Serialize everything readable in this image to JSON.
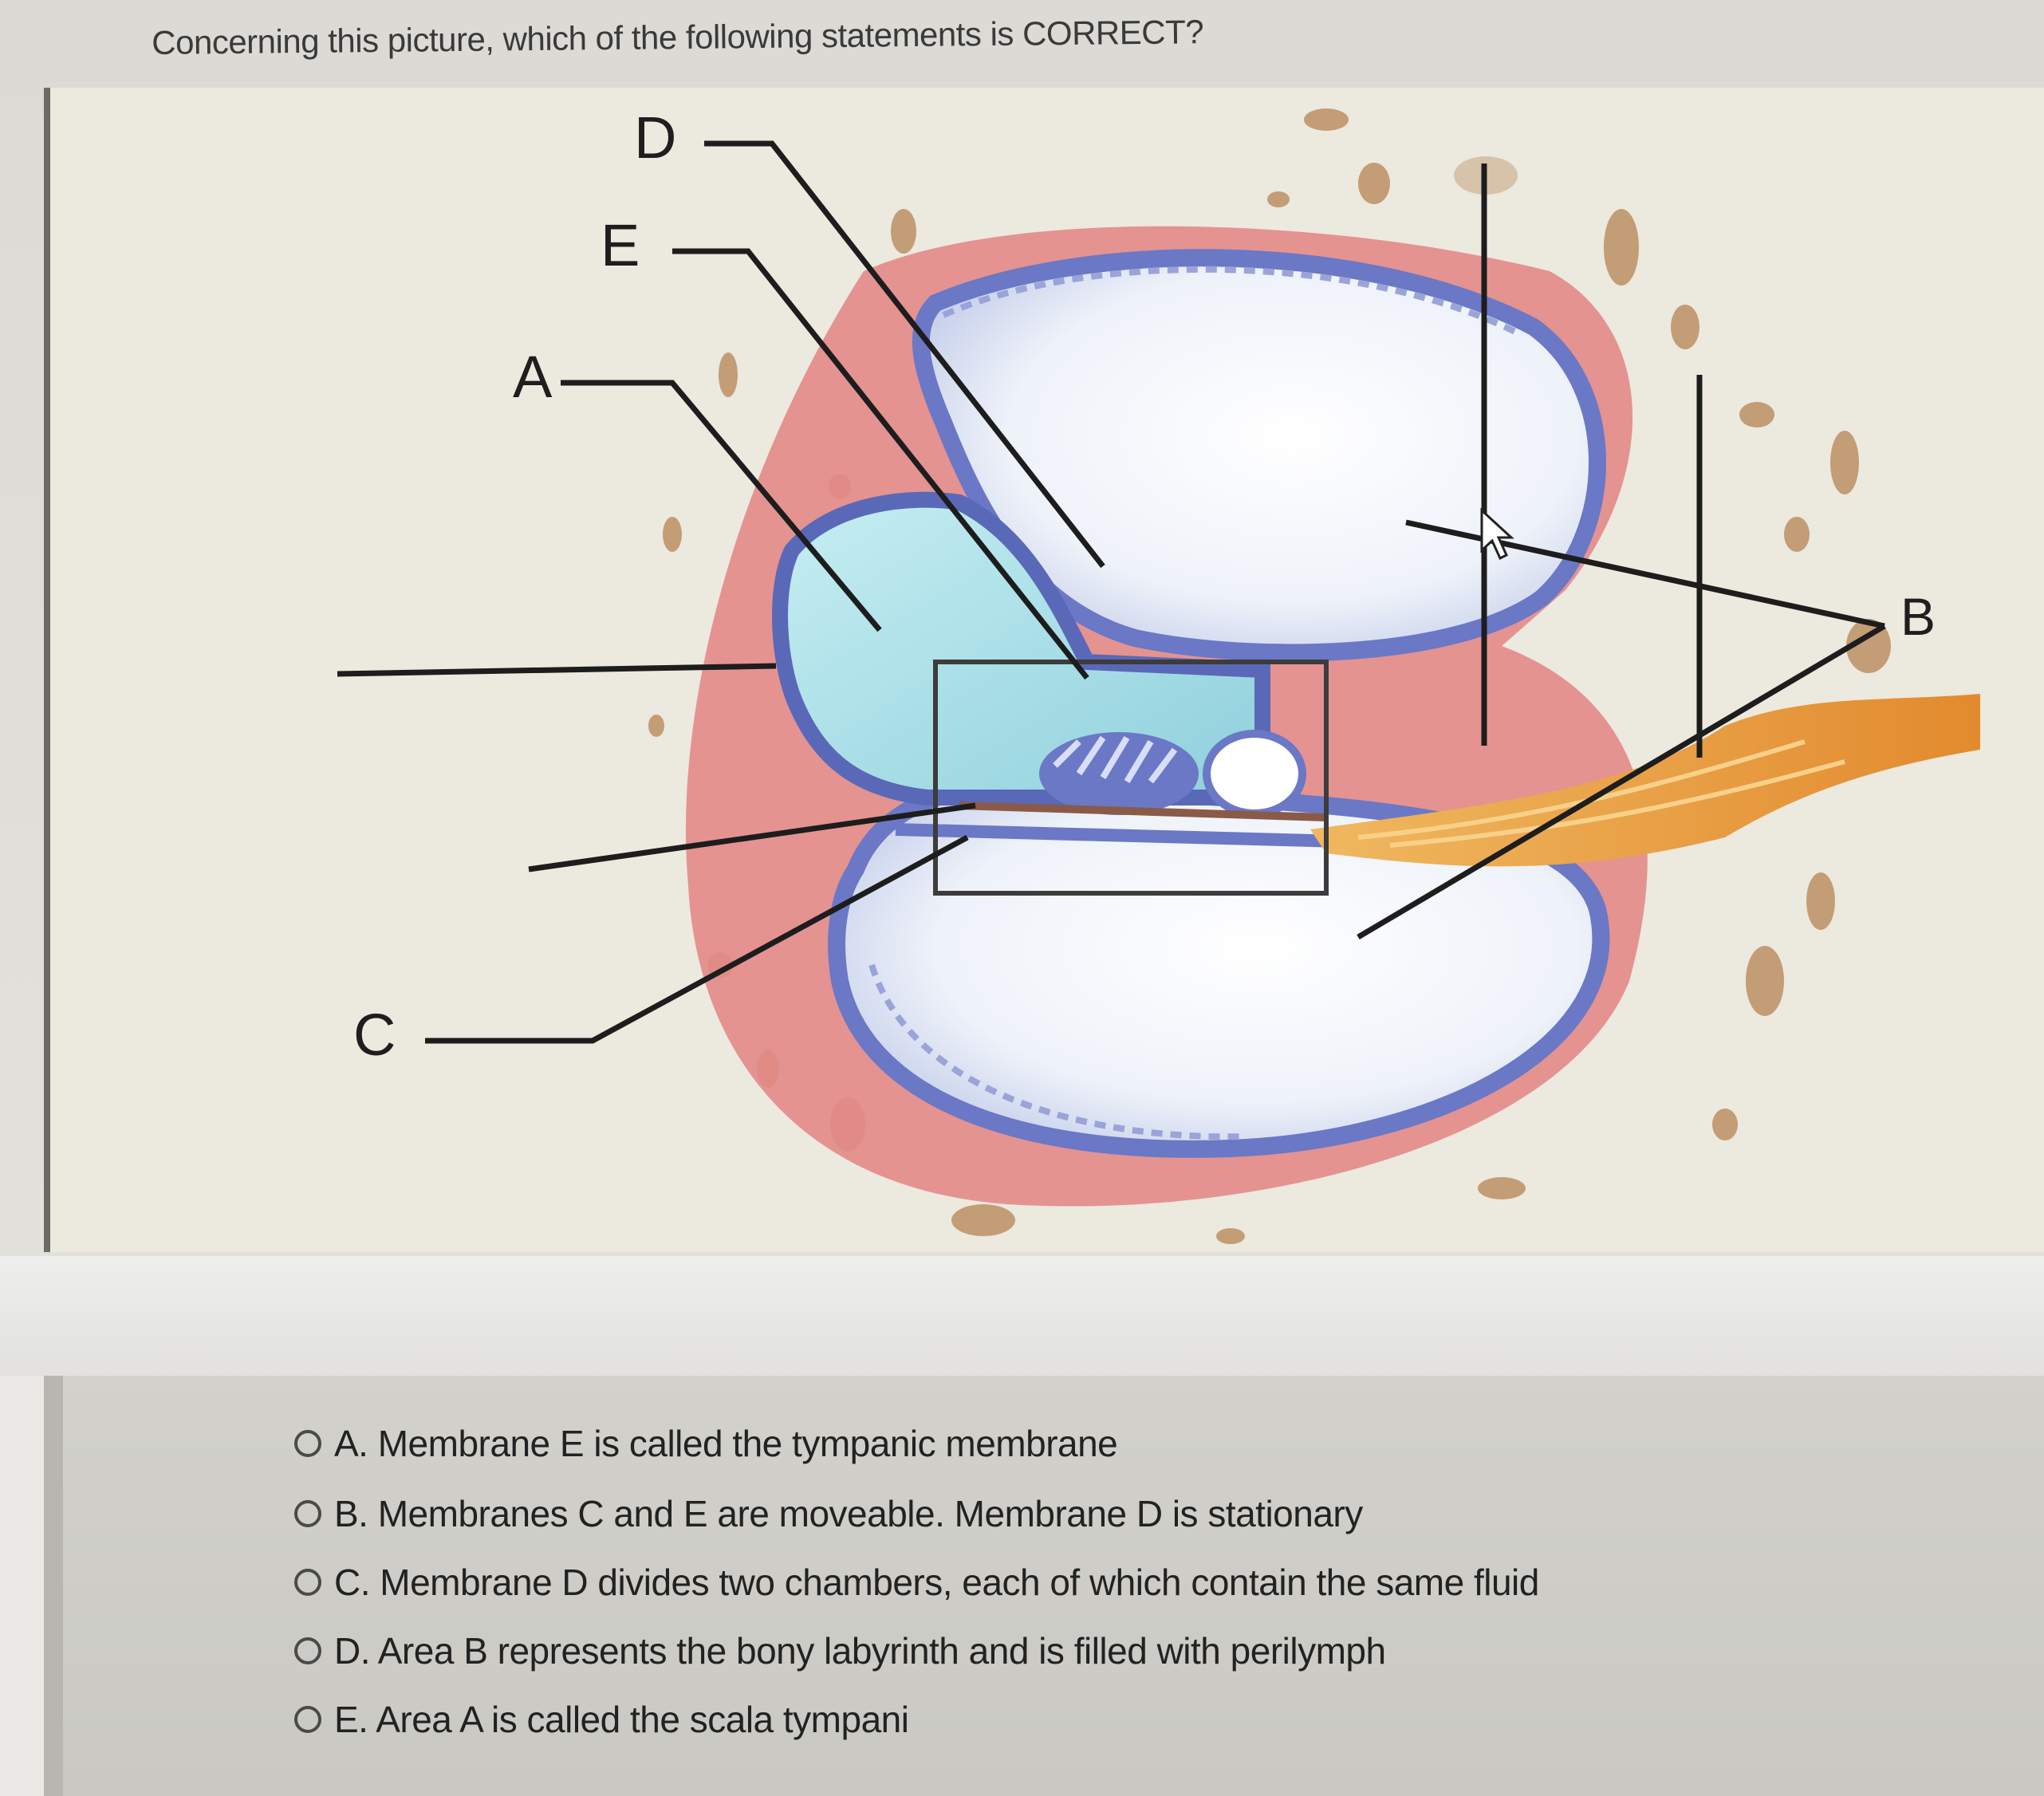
{
  "question": {
    "text": "Concerning this picture, which of the following statements is CORRECT?"
  },
  "figure": {
    "labels": {
      "a": "A",
      "b": "B",
      "c": "C",
      "d": "D",
      "e": "E"
    },
    "colors": {
      "bone": "#ece7da",
      "bone_spots": "#b98a5c",
      "pink_wall": "#e38a88",
      "membrane_blue": "#6a78c6",
      "duct_blue": "#8fd0dc",
      "nerve_orange": "#e7a24a"
    }
  },
  "options": [
    {
      "id": "A",
      "text": "A. Membrane E is called the tympanic membrane"
    },
    {
      "id": "B",
      "text": "B. Membranes C and E are moveable. Membrane D is stationary"
    },
    {
      "id": "C",
      "text": "C. Membrane D divides two chambers, each of which contain the same fluid"
    },
    {
      "id": "D",
      "text": "D. Area B represents the bony labyrinth and is filled with perilymph"
    },
    {
      "id": "E",
      "text": "E. Area A is called the scala tympani"
    }
  ]
}
